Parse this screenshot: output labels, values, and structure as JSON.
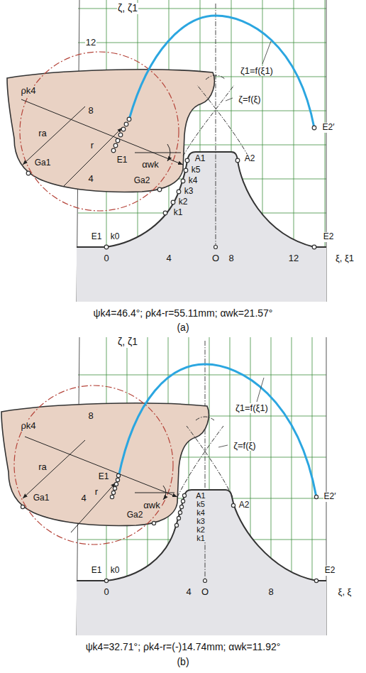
{
  "diagram": {
    "labels": [
      "ζ, ζ1",
      "12",
      "8",
      "4",
      "ζ1=f(ξ1)",
      "ζ=f(ξ)",
      "ρk4",
      "r",
      "ra",
      "αwk",
      "E1",
      "A1",
      "k5",
      "k4",
      "k3",
      "k2",
      "k1",
      "Ga2",
      "Ga1",
      "A2",
      "E2′",
      "E2",
      "E1",
      "k0",
      "0",
      "4",
      "O",
      "8",
      "12",
      "ξ, ξ1",
      "ψk4=46.4°; ρk4-r=55.11mm; αwk=21.57°",
      "(a)",
      "ζ, ζ1",
      "8",
      "4",
      "ζ1=f(ξ1)",
      "ζ=f(ξ)",
      "ρk4",
      "r",
      "ra",
      "αwk",
      "E1",
      "A1",
      "k5",
      "k4",
      "k3",
      "k2",
      "k1",
      "Ga2",
      "Ga1",
      "A2",
      "E2′",
      "E2",
      "E1",
      "k0",
      "0",
      "4",
      "O",
      "8",
      "ξ, ξ",
      "ψk4=32.71°; ρk4-r=(-)14.74mm; αwk=11.92°",
      "(b)"
    ]
  }
}
